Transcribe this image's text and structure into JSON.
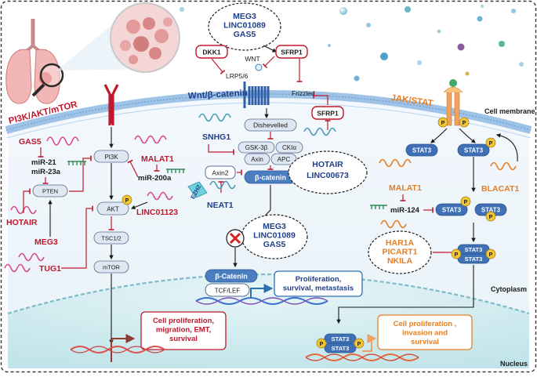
{
  "pathways": {
    "pi3k": "PI3K/AKT/mTOR",
    "wnt": "Wnt/β-catenin",
    "jak": "JAK/STAT"
  },
  "compartments": {
    "membrane": "Cell membrane",
    "cytoplasm": "Cytoplasm",
    "nucleus": "Nucleus"
  },
  "pi3k_nodes": {
    "pten": "PTEN",
    "pi3k": "PI3K",
    "akt": "AKT",
    "p": "P",
    "tsc": "TSC1/2",
    "mtor": "mTOR"
  },
  "pi3k_rnas": {
    "gas5": "GAS5",
    "mir21": "miR-21",
    "mir23a": "miR-23a",
    "hotair": "HOTAIR",
    "meg3": "MEG3",
    "tug1": "TUG1",
    "malat1": "MALAT1",
    "mir200a": "miR-200a",
    "linc01123": "LINC01123"
  },
  "pi3k_outcome": [
    "Cell proliferation,",
    "migration, EMT,",
    "survival"
  ],
  "wnt_nodes": {
    "dkk1": "DKK1",
    "sfrp1": "SFRP1",
    "wnt": "WNT",
    "lrp": "LRP5/6",
    "frizzled": "Frizzled",
    "sfrp1_b": "SFRP1",
    "dishevelled": "Dishevelled",
    "gsk": "GSK-3β",
    "ckia": "CKIα",
    "axin": "Axin",
    "apc": "APC",
    "bcat": "β-catenin",
    "axin2": "Axin2",
    "ezh2": "EZH2",
    "bcat_nuc": "β-Catenin",
    "tcf": "TCF/LEF"
  },
  "wnt_rnas": {
    "top_cluster": [
      "MEG3",
      "LINC01089",
      "GAS5"
    ],
    "snhg1": "SNHG1",
    "hotair_cluster": [
      "HOTAIR",
      "LINC00673"
    ],
    "neat1": "NEAT1",
    "mid_cluster": [
      "MEG3",
      "LINC01089",
      "GAS5"
    ]
  },
  "wnt_outcome": [
    "Proliferation,",
    "survival, metastasis"
  ],
  "jak_nodes": {
    "stat3": "STAT3",
    "p": "P"
  },
  "jak_rnas": {
    "malat1": "MALAT1",
    "mir124": "miR-124",
    "blacat1": "BLACAT1",
    "cluster": [
      "HAR1A",
      "PICART1",
      "NKILA"
    ]
  },
  "jak_outcome": [
    "Cell proliferation ,",
    "invasion and",
    "survival"
  ],
  "colors": {
    "inhibit": "#c0182c",
    "wnt_blue": "#1f3f88",
    "jak_orange": "#e67e22",
    "membrane": "#9fc3e6",
    "nucleus": "#cfe9ee"
  }
}
